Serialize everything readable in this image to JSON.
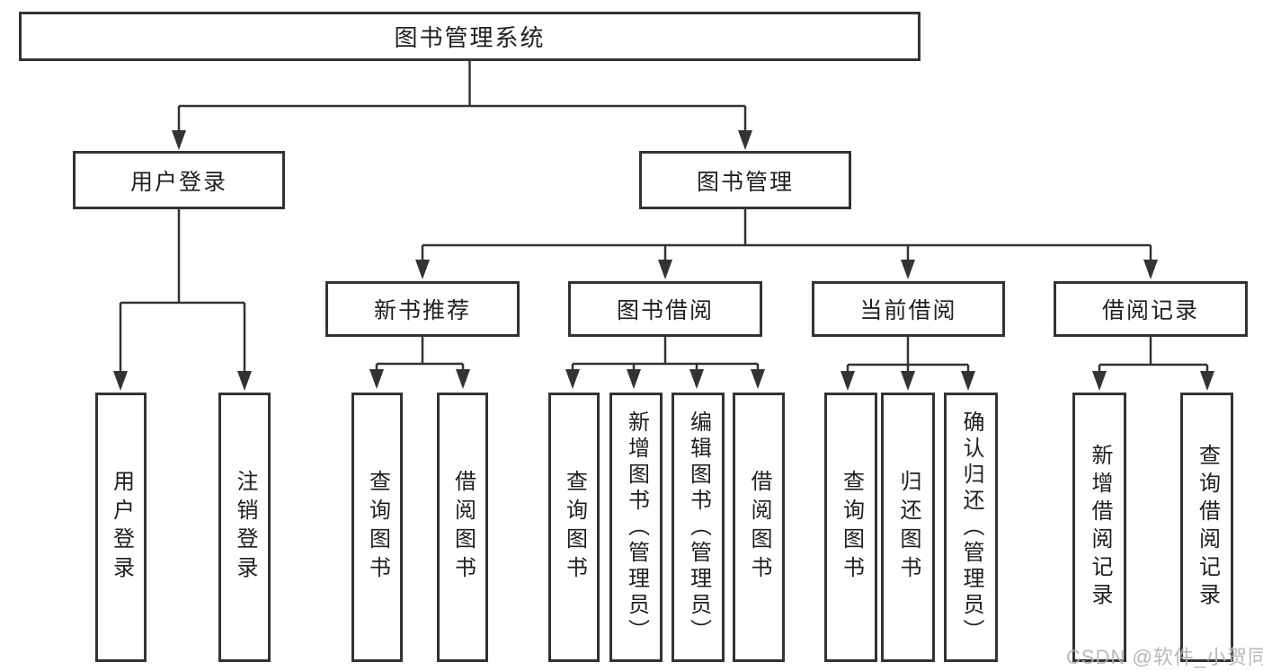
{
  "tree": {
    "root": {
      "label": "图书管理系统"
    },
    "branches": [
      {
        "label": "用户登录",
        "children": [
          {
            "label": "用户登录"
          },
          {
            "label": "注销登录"
          }
        ]
      },
      {
        "label": "图书管理",
        "children": [
          {
            "label": "新书推荐",
            "children": [
              {
                "label": "查询图书"
              },
              {
                "label": "借阅图书"
              }
            ]
          },
          {
            "label": "图书借阅",
            "children": [
              {
                "label": "查询图书"
              },
              {
                "label": "新增图书（管理员）"
              },
              {
                "label": "编辑图书（管理员）"
              },
              {
                "label": "借阅图书"
              }
            ]
          },
          {
            "label": "当前借阅",
            "children": [
              {
                "label": "查询图书"
              },
              {
                "label": "归还图书"
              },
              {
                "label": "确认归还（管理员）"
              }
            ]
          },
          {
            "label": "借阅记录",
            "children": [
              {
                "label": "新增借阅记录"
              },
              {
                "label": "查询借阅记录"
              }
            ]
          }
        ]
      }
    ]
  },
  "watermark": {
    "text": "CSDN @软件_小贺同学"
  },
  "colors": {
    "line": "#333333",
    "box_border": "#333333",
    "text": "#1f1f1f",
    "watermark": "#b3b3b3",
    "background": "#ffffff"
  }
}
